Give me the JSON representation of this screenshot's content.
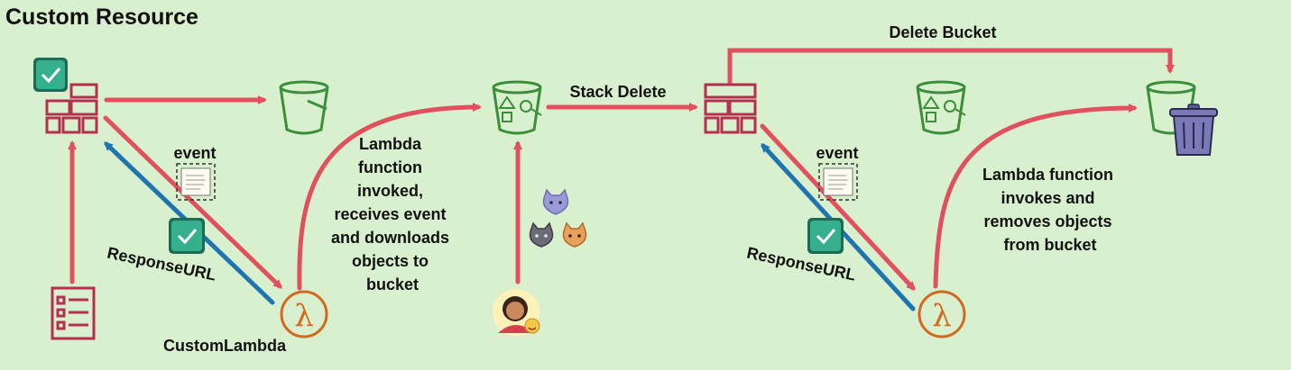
{
  "title": "Custom Resource",
  "labels": {
    "event_left": "event",
    "event_right": "event",
    "response_left": "ResponseURL",
    "response_right": "ResponseURL",
    "custom_lambda": "CustomLambda",
    "stack_delete": "Stack Delete",
    "delete_bucket": "Delete Bucket",
    "lambda_invoked": [
      "Lambda",
      "function",
      "invoked,",
      "receives event",
      "and downloads",
      "objects to",
      "bucket"
    ],
    "lambda_removes": [
      "Lambda function",
      "invokes and",
      "removes objects",
      "from bucket"
    ]
  },
  "colors": {
    "background": "#d9f0cf",
    "red_arrow": "#e0505e",
    "blue_arrow": "#1f74b0",
    "stack_red": "#b5304f",
    "bucket_green": "#3b8f3a",
    "lambda_orange": "#d2691e",
    "check_teal": "#36b08c",
    "trash_purple": "#7a7ab8"
  },
  "icons": {
    "stack": "cloudformation-stack-icon",
    "bucket": "s3-bucket-icon",
    "lambda": "lambda-icon",
    "template": "template-checklist-icon",
    "check": "check-icon",
    "document": "event-document-icon",
    "cats": "cat-images-icon",
    "user": "user-avatar-icon",
    "trash": "trash-can-icon"
  }
}
